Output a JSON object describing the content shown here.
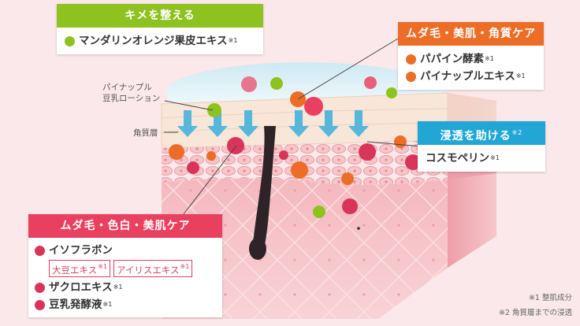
{
  "boxes": {
    "kime": {
      "title": "キメを整える",
      "color": "#8dc21f",
      "items": [
        {
          "text": "マンダリンオレンジ果皮エキス",
          "note": "※1",
          "dot": "#8dc21f"
        }
      ]
    },
    "mudage_kakushitsu": {
      "title": "ムダ毛・美肌・角質ケア",
      "color": "#ec6d28",
      "items": [
        {
          "text": "パパイン酵素",
          "note": "※1",
          "dot": "#ec6d28"
        },
        {
          "text": "パイナップルエキス",
          "note": "※1",
          "dot": "#ec6d28"
        }
      ]
    },
    "shinto": {
      "title": "浸透を助ける",
      "title_note": "※2",
      "color": "#22a6d6",
      "items": [
        {
          "text": "コスモペリン",
          "note": "※1"
        }
      ]
    },
    "mudage_shiroi": {
      "title": "ムダ毛・色白・美肌ケア",
      "color": "#e8405e",
      "items": [
        {
          "text": "イソフラボン",
          "dot": "#d9345a"
        },
        {
          "text": "ザクロエキス",
          "note": "※1",
          "dot": "#d9345a"
        },
        {
          "text": "豆乳発酵液",
          "note": "※1",
          "dot": "#d9345a"
        }
      ],
      "tags": [
        {
          "text": "大豆エキス",
          "note": "※1"
        },
        {
          "text": "アイリスエキス",
          "note": "※1"
        }
      ]
    }
  },
  "labels": {
    "lotion_line1": "パイナップル",
    "lotion_line2": "豆乳ローション",
    "stratum": "角質層"
  },
  "footnotes": {
    "n1": "※1 整肌成分",
    "n2": "※2 角質層までの浸透"
  },
  "colors": {
    "background": "#fbe8ea",
    "lotion": "#dff1f7",
    "skin_top": "#f9e3d7",
    "dermis": "#f3b5bd",
    "arrow": "#45b3dd",
    "hair": "#2e2427"
  }
}
